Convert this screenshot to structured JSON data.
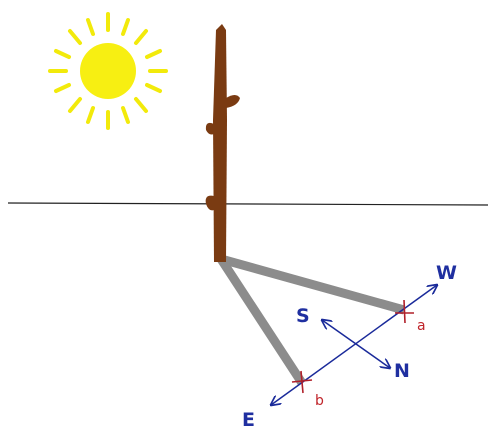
{
  "colors": {
    "sun": "#f2ea0b",
    "trunk": "#7a3b12",
    "shadow": "#8c8c8c",
    "horizon": "#222222",
    "axis": "#1a2a9a",
    "marker": "#b0202a",
    "direction_text": "#1f2fa0",
    "point_text": "#c0242a"
  },
  "icons": {
    "sun": "sun-icon",
    "stick": "stick-icon"
  },
  "labels": {
    "west": "W",
    "east": "E",
    "south": "S",
    "north": "N",
    "point_a": "a",
    "point_b": "b"
  }
}
